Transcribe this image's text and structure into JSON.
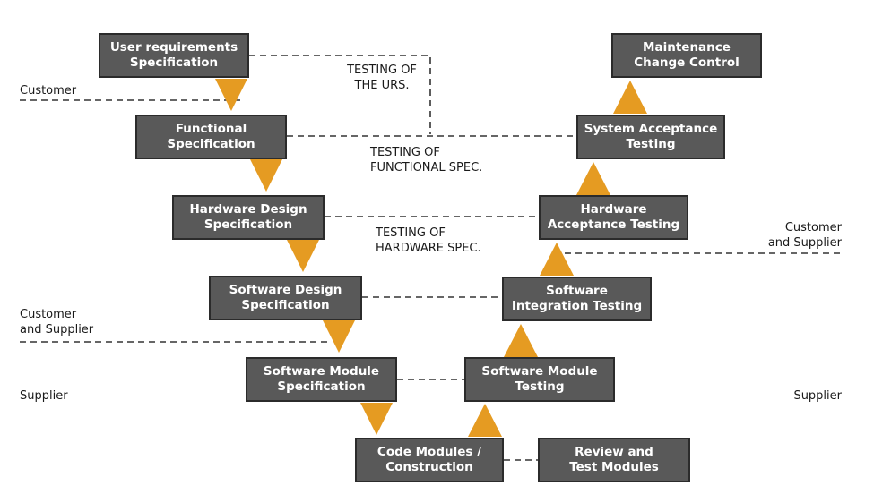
{
  "boxes": {
    "urs": [
      "User requirements",
      "Specification"
    ],
    "functional": [
      "Functional",
      "Specification"
    ],
    "hw_design": [
      "Hardware Design",
      "Specification"
    ],
    "sw_design": [
      "Software Design",
      "Specification"
    ],
    "sw_module": [
      "Software Module",
      "Specification"
    ],
    "code_modules": [
      "Code Modules /",
      "Construction"
    ],
    "review": [
      "Review and",
      "Test Modules"
    ],
    "sw_module_testing": [
      "Software Module",
      "Testing"
    ],
    "sw_integration": [
      "Software",
      "Integration Testing"
    ],
    "hw_acceptance": [
      "Hardware",
      "Acceptance Testing"
    ],
    "sys_acceptance": [
      "System Acceptance",
      "Testing"
    ],
    "maintenance": [
      "Maintenance",
      "Change Control"
    ]
  },
  "labels": {
    "testing_urs": [
      "TESTING OF",
      "THE URS."
    ],
    "testing_functional": [
      "TESTING OF",
      "FUNCTIONAL SPEC."
    ],
    "testing_hardware": [
      "TESTING OF",
      "HARDWARE SPEC."
    ],
    "customer_left": "Customer",
    "customer_supplier_left": [
      "Customer",
      "and Supplier"
    ],
    "supplier_left": "Supplier",
    "customer_supplier_right": [
      "Customer",
      "and Supplier"
    ],
    "supplier_right": "Supplier"
  },
  "colors": {
    "box_fill": "#595959",
    "box_border": "#2b2b2b",
    "arrow": "#e59b22",
    "dashed_line": "#333333"
  }
}
